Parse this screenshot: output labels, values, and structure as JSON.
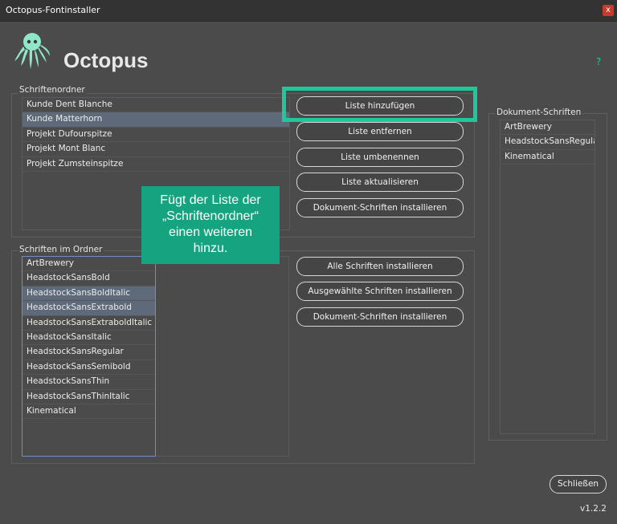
{
  "window": {
    "title": "Octopus-Fontinstaller",
    "close_label": "x"
  },
  "app": {
    "name": "Octopus",
    "help": "?",
    "version": "v1.2.2"
  },
  "colors": {
    "accent": "#1fc79a",
    "tooltip_bg": "#16a37f",
    "close_red": "#c93a2e",
    "selected_row": "#5e6a7a"
  },
  "schriftenordner": {
    "label": "Schriftenordner",
    "items": [
      {
        "label": "Kunde Dent Blanche",
        "selected": false
      },
      {
        "label": "Kunde Matterhorn",
        "selected": true
      },
      {
        "label": "Projekt Dufourspitze",
        "selected": false
      },
      {
        "label": "Projekt Mont Blanc",
        "selected": false
      },
      {
        "label": "Projekt Zumsteinspitze",
        "selected": false
      }
    ]
  },
  "folder_buttons": {
    "add": "Liste hinzufügen",
    "remove": "Liste entfernen",
    "rename": "Liste umbenennen",
    "refresh": "Liste aktualisieren",
    "install_doc": "Dokument-Schriften installieren"
  },
  "schriften_im_ordner": {
    "label": "Schriften im Ordner",
    "items": [
      {
        "label": "ArtBrewery",
        "selected": false
      },
      {
        "label": "HeadstockSansBold",
        "selected": false
      },
      {
        "label": "HeadstockSansBoldItalic",
        "selected": true
      },
      {
        "label": "HeadstockSansExtrabold",
        "selected": true
      },
      {
        "label": "HeadstockSansExtraboldItalic",
        "selected": false
      },
      {
        "label": "HeadstockSansItalic",
        "selected": false
      },
      {
        "label": "HeadstockSansRegular",
        "selected": false
      },
      {
        "label": "HeadstockSansSemibold",
        "selected": false
      },
      {
        "label": "HeadstockSansThin",
        "selected": false
      },
      {
        "label": "HeadstockSansThinItalic",
        "selected": false
      },
      {
        "label": "Kinematical",
        "selected": false
      }
    ]
  },
  "font_buttons": {
    "install_all": "Alle Schriften installieren",
    "install_selected": "Ausgewählte Schriften installieren",
    "install_doc": "Dokument-Schriften installieren"
  },
  "dokument_schriften": {
    "label": "Dokument-Schriften",
    "items": [
      {
        "label": "ArtBrewery"
      },
      {
        "label": "HeadstockSansRegular"
      },
      {
        "label": "Kinematical"
      }
    ]
  },
  "tooltip": {
    "lines": [
      "Fügt der Liste der",
      "„Schriftenordner“",
      "einen weiteren",
      "hinzu."
    ]
  },
  "footer": {
    "close_label": "Schließen"
  }
}
